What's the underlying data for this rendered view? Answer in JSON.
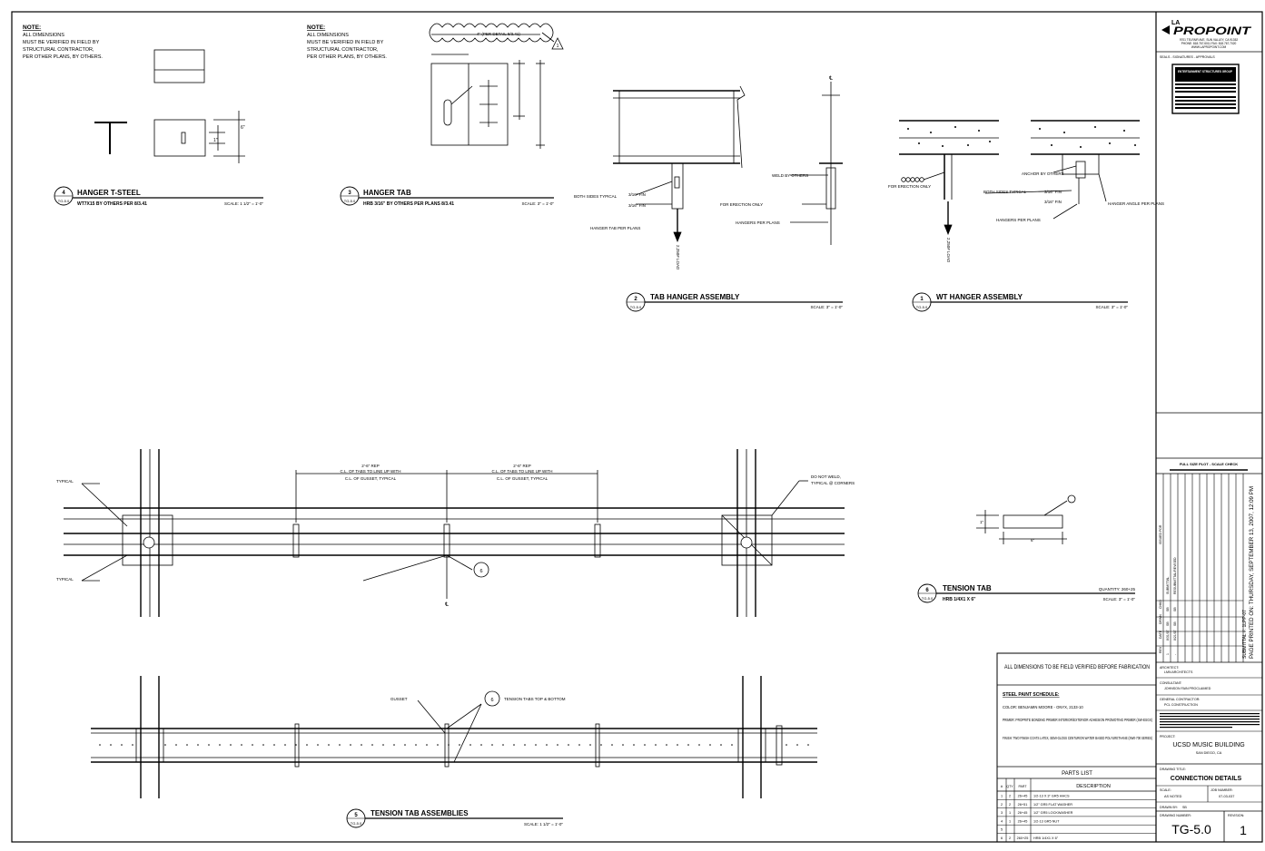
{
  "notes": {
    "title": "NOTE:",
    "lines": [
      "ALL DIMENSIONS",
      "MUST BE VERIFIED IN FIELD BY",
      "STRUCTURAL CONTRACTOR,",
      "PER OTHER PLANS, BY OTHERS."
    ]
  },
  "details": {
    "hanger_tsteel": {
      "num": "4",
      "sheet": "TG-5.0",
      "title": "HANGER T-STEEL",
      "subtitle": "WT7X15 BY OTHERS PER 8/3.41",
      "scale": "SCALE: 1 1/2\" = 1'-0\""
    },
    "hanger_tab": {
      "num": "3",
      "sheet": "TG-5.0",
      "title": "HANGER TAB",
      "subtitle": "HRB 3/16\" BY OTHERS PER PLANS 8/3.41",
      "scale": "SCALE: 3\" = 1'-0\"",
      "cloud_note": "4\" (PER DETAIL 8/3.41)",
      "rev": "1"
    },
    "tab_hanger_assembly": {
      "num": "2",
      "sheet": "TG-5.0",
      "title": "TAB HANGER ASSEMBLY",
      "scale": "SCALE: 3\" = 1'-0\""
    },
    "wt_hanger_assembly": {
      "num": "1",
      "sheet": "TG-5.0",
      "title": "WT HANGER ASSEMBLY",
      "scale": "SCALE: 3\" = 1'-0\""
    },
    "tension_tab": {
      "num": "6",
      "sheet": "TG-5.0",
      "title": "TENSION TAB",
      "subtitle": "HRB 1/4X1 X 6\"",
      "quantity": "QUANTITY: 260+25",
      "scale": "SCALE: 3\" = 1'-0\""
    },
    "tension_tab_assemblies": {
      "num": "5",
      "sheet": "TG-5.0",
      "title": "TENSION TAB ASSEMBLIES",
      "scale": "SCALE: 1 1/2\" = 1'-0\""
    }
  },
  "labels": {
    "weld_by_others": "WELD BY OTHERS",
    "for_erection_only": "FOR ERECTION ONLY",
    "hangers_per_plans": "HANGERS PER PLANS",
    "hanger_tab_per_plans": "HANGER TAB PER PLANS",
    "both_sides_typical": "BOTH SIDES TYPICAL",
    "anchor_by_others": "ANCHOR BY OTHERS",
    "hanger_angle_per_plans": "HANGER ANGLE PER PLANS",
    "load": "2,250# LOAD",
    "rep_note_1": "2'-6\" REP",
    "rep_note_2": "C.L. OF TABS TO LINE UP WITH",
    "rep_note_3": "C.L. OF GUSSET, TYPICAL",
    "do_not_weld": "DO NOT WELD,",
    "typical_corners": "TYPICAL @ CORNERS",
    "typical": "TYPICAL",
    "gusset": "GUSSET",
    "tension_tabs_top_bottom": "TENSION TABS TOP & BOTTOM",
    "fillet": "3/16\" FIN",
    "dim_6": "6\"",
    "dim_1": "1\""
  },
  "field_verify": "ALL DIMENSIONS TO BE FIELD VERIFIED BEFORE FABRICATION",
  "paint_schedule": {
    "title": "STEEL PAINT SCHEDULE:",
    "color": "COLOR: BENJAMIN MOORE - ONYX, 2133-10",
    "primer": "PRIMER: PROPRITE BONDING PRIMER INTERIOR/EXTERIOR ADHESION PROMOTING PRIMER (SW-ESGX)",
    "finish": "FINISH: TWO FINISH COATS LATEX, SEMI-GLOSS CENTURION WATER BASED POLYURETHANE (SW0-700 SERIES)"
  },
  "parts_list": {
    "title": "PARTS LIST",
    "headers": [
      "#",
      "QTY",
      "PART",
      "DESCRIPTION"
    ],
    "rows": [
      [
        "1",
        "2",
        "26+45",
        "1/2-13 X 3\" GR5 HHCS"
      ],
      [
        "2",
        "2",
        "26+51",
        "1/2\" GR5 FLAT WASHER"
      ],
      [
        "3",
        "1",
        "26+45",
        "1/2\" GR5 LOCKWASHER"
      ],
      [
        "4",
        "1",
        "26+45",
        "1/2-13 GR5 NUT"
      ],
      [
        "5",
        "",
        "",
        ""
      ],
      [
        "6",
        "2",
        "260+25",
        "HRB 1/4X1 X 6\""
      ]
    ]
  },
  "title_block": {
    "logo_small": "LA",
    "logo": "PROPOINT",
    "address_lines": [
      "9701 TELFAIR AVE, SUN VALLEY, CA 91352",
      "PHONE: 818.767.6011  FAX: 818.767.7020",
      "WWW.LAPROPOINT.COM"
    ],
    "seals_label": "SEALS - SIGNATURES - APPROVALS",
    "stamp_title": "ENTERTAINMENT STRUCTURES GROUP",
    "plot_label": "FULL SIZE PLOT - SCALE CHECK",
    "printed": "PAGE PRINTED ON: THURSDAY, SEPTEMBER 13, 2007, 12:09 PM",
    "submittal": "SUBMITTAL #: 1LPP-07",
    "revision_rows": [
      [
        "1",
        "8/31/07",
        "SB",
        "SB",
        "REV: DESCRIPTION",
        "SUBMITTAL"
      ],
      [
        "-",
        "8/21/07",
        "SB",
        "SB",
        "",
        "RESUBMITTAL/REVISED"
      ]
    ],
    "rev_headers": [
      "REV",
      "DATE",
      "DRWN",
      "CHKD",
      "ISSUED FOR"
    ],
    "architect_label": "ARCHITECT:",
    "architect": "LMN ARCHITECTS",
    "consultant_label": "CONSULTANT:",
    "consultant": "JOHNSON FAIN PROCLAIMED",
    "contractor_label": "GENERAL CONTRACTOR:",
    "contractor": "PCL CONSTRUCTION",
    "project_label": "PROJECT:",
    "project": "UCSD MUSIC BUILDING",
    "city": "SAN DIEGO, CA",
    "drawing_title_label": "DRAWING TITLE:",
    "drawing_title": "CONNECTION DETAILS",
    "scale_label": "SCALE:",
    "scale": "AS NOTED",
    "job_label": "JOB NUMBER:",
    "job": "07-03-037",
    "drawn_label": "DRAWN BY:",
    "drawn": "SB",
    "drawing_number_label": "DRAWING NUMBER:",
    "drawing_number": "TG-5.0",
    "revision_label": "REVISION:",
    "revision": "1"
  },
  "accent_color": "#000000"
}
